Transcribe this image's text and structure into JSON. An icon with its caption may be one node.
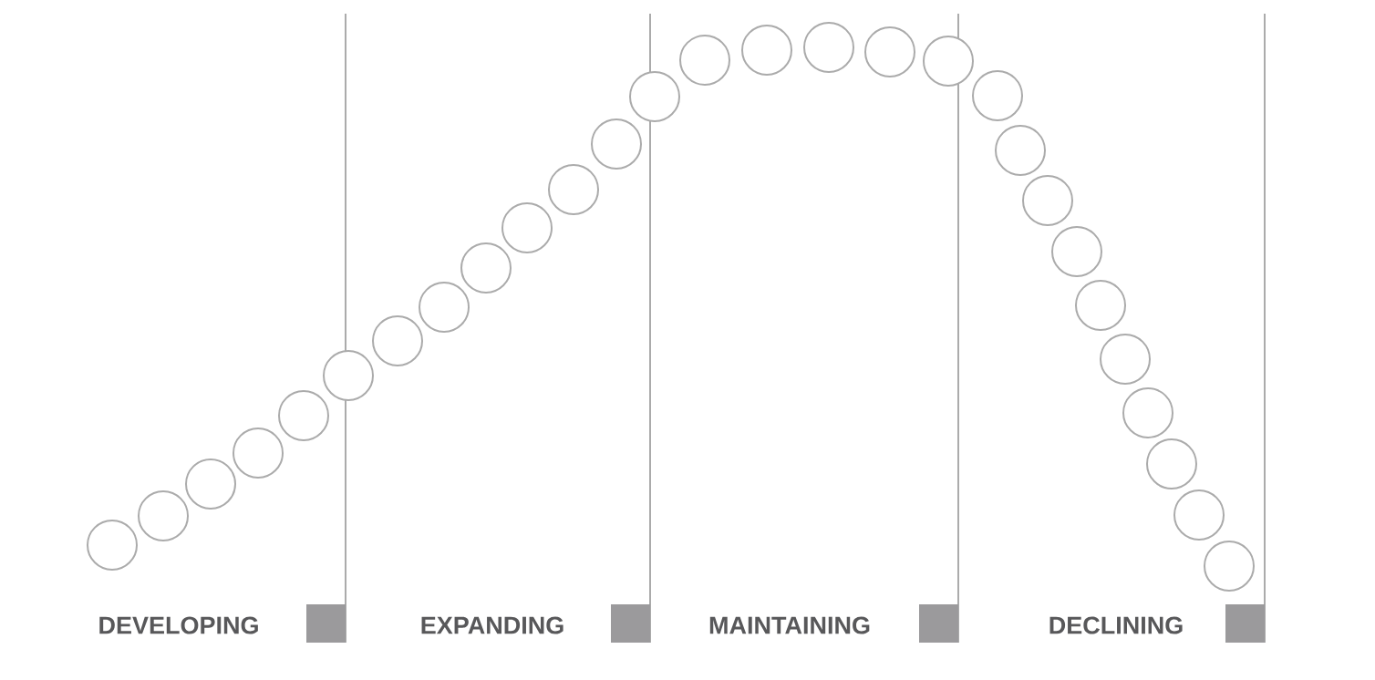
{
  "diagram": {
    "labels": [
      "DEVELOPING",
      "EXPANDING",
      "MAINTAINING",
      "DECLINING"
    ]
  }
}
